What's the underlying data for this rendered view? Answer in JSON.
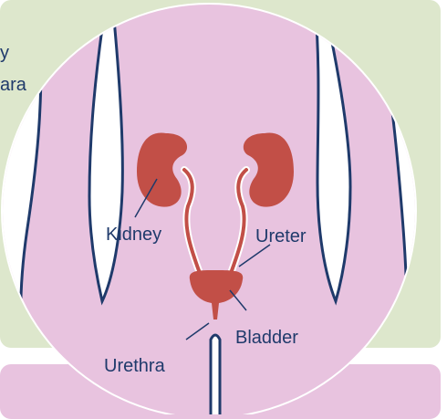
{
  "side_text": {
    "fragment_1": "y",
    "fragment_2": "ara"
  },
  "diagram": {
    "labels": {
      "kidney": "Kidney",
      "ureter": "Ureter",
      "bladder": "Bladder",
      "urethra": "Urethra"
    },
    "colors": {
      "organ": "#c24f47",
      "body": "#e8c3df",
      "outline": "#1f3a6b",
      "panel_top": "#dde7cc",
      "panel_bottom": "#e8c3df"
    }
  }
}
